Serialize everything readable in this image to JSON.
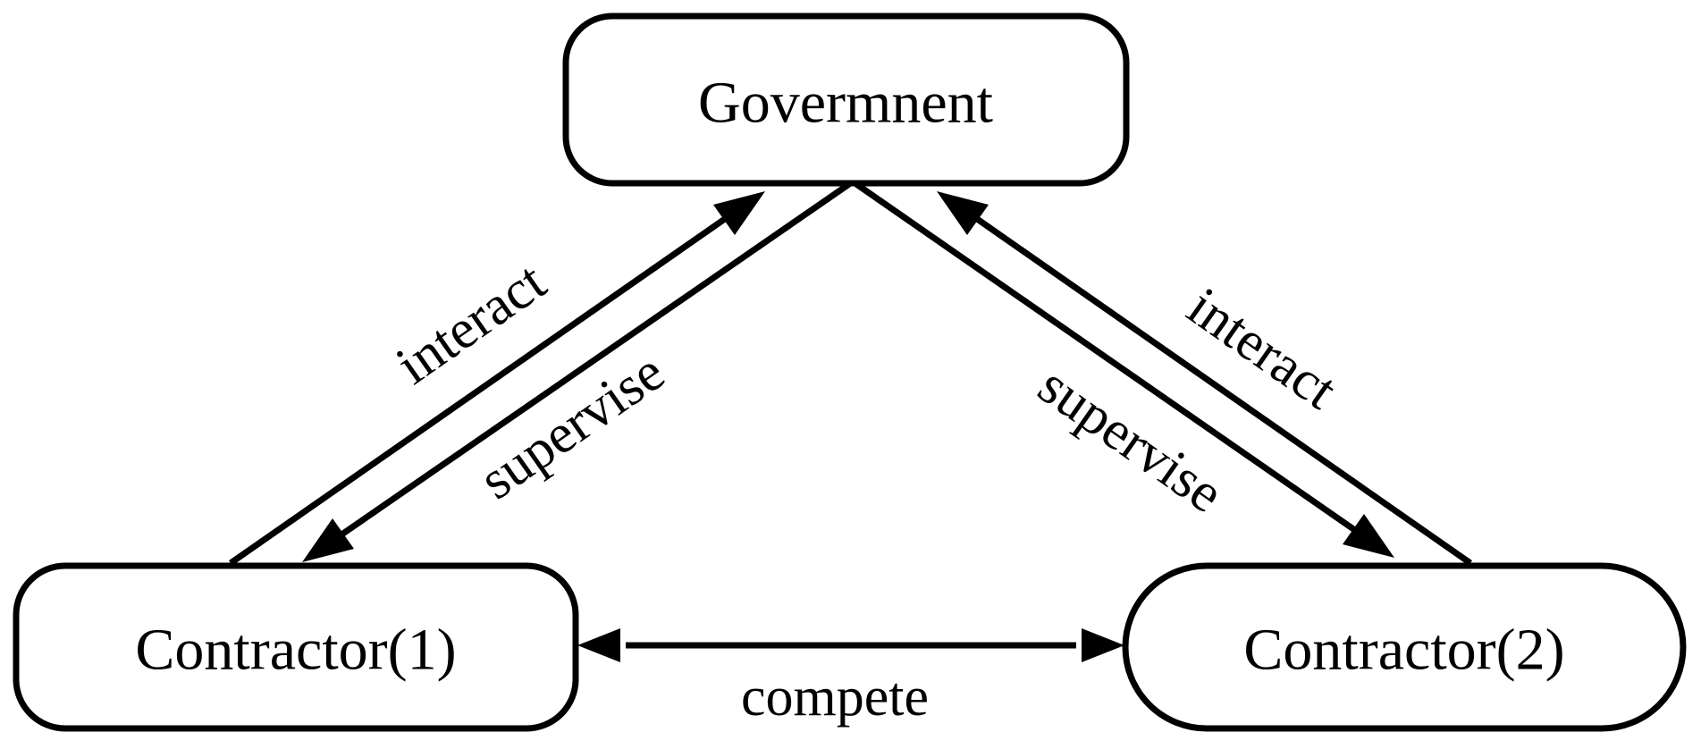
{
  "diagram": {
    "background_color": "#ffffff",
    "line_color": "#000000",
    "nodes": {
      "government": {
        "label": "Govermnent"
      },
      "contractor1": {
        "label": "Contractor(1)"
      },
      "contractor2": {
        "label": "Contractor(2)"
      }
    },
    "edges": {
      "interact_left": {
        "label": "interact",
        "from": "Contractor(1)",
        "to": "Govermnent"
      },
      "supervise_left": {
        "label": "supervise",
        "from": "Govermnent",
        "to": "Contractor(1)"
      },
      "interact_right": {
        "label": "interact",
        "from": "Contractor(2)",
        "to": "Govermnent"
      },
      "supervise_right": {
        "label": "supervise",
        "from": "Govermnent",
        "to": "Contractor(2)"
      },
      "compete": {
        "label": "compete",
        "from": "Contractor(1)",
        "to": "Contractor(2)",
        "bidirectional": true
      }
    }
  }
}
